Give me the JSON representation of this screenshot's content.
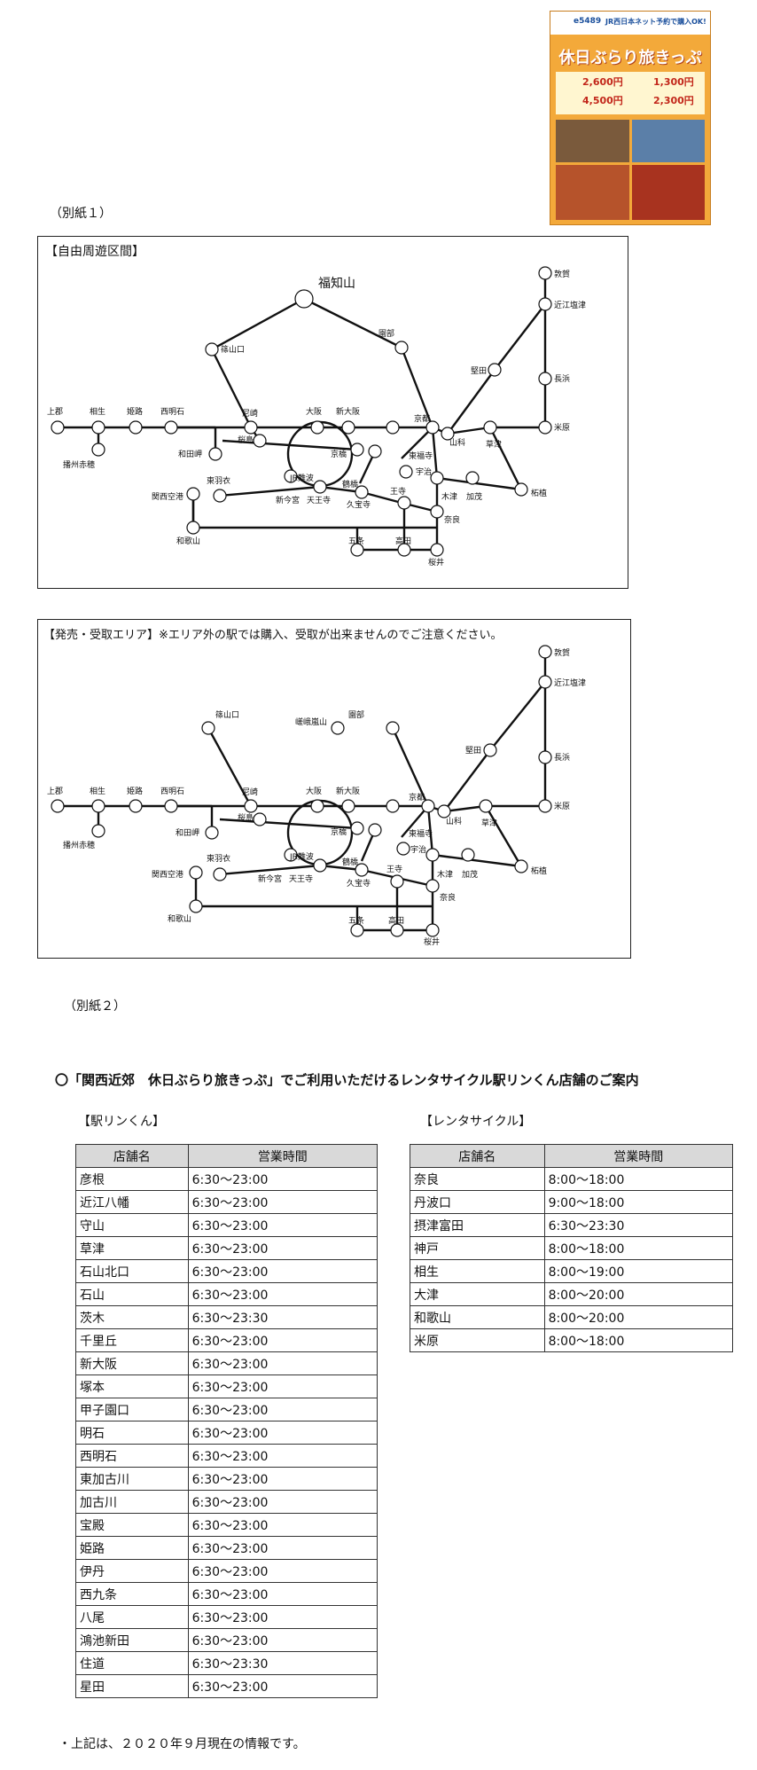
{
  "poster": {
    "header_text": "JR西日本ネット予約で購入OK!",
    "brand": "e5489",
    "title": "休日ぶらり旅きっぷ",
    "prices": [
      "2,600円",
      "1,300円",
      "4,500円",
      "2,300円"
    ]
  },
  "attachment1": "（別紙１）",
  "attachment2": "（別紙２）",
  "map1": {
    "title": "【自由周遊区間】",
    "big_label": "福知山"
  },
  "map2": {
    "title": "【発売・受取エリア】※エリア外の駅では購入、受取が出来ませんのでご注意ください。"
  },
  "stations": {
    "kamigori": "上郡",
    "aioi": "相生",
    "himeji": "姫路",
    "nishiakashi": "西明石",
    "banshuako": "播州赤穂",
    "wadamisaki": "和田岬",
    "amagasaki": "尼崎",
    "sasayamaguchi": "篠山口",
    "sonobe": "園部",
    "osaka": "大阪",
    "shinosaka": "新大阪",
    "sakurajima": "桜島",
    "kyobashi": "京橋",
    "tsuruhashi": "鶴橋",
    "jrnamba": "JR難波",
    "shinimamiya": "新今宮",
    "tennoji": "天王寺",
    "kansaiairport": "関西空港",
    "higashihagoromo": "東羽衣",
    "wakayama": "和歌山",
    "gojo": "五条",
    "takada": "高田",
    "sakurai": "桜井",
    "kyoto": "京都",
    "yamashina": "山科",
    "higashifukuji": "東福寺",
    "uji": "宇治",
    "kizu": "木津",
    "kamo": "加茂",
    "nara": "奈良",
    "oji": "王寺",
    "kuhoji": "久宝寺",
    "tsuge": "柘植",
    "kusatsu": "草津",
    "katata": "堅田",
    "omishiotsu": "近江塩津",
    "tsuruga": "敦賀",
    "nagahama": "長浜",
    "maibara": "米原",
    "sasayamaguchi2": "篠山口",
    "sagaarashiyama": "嵯峨嵐山"
  },
  "section_heading": "〇「関西近郊　休日ぶらり旅きっぷ」でご利用いただけるレンタサイクル駅リンくん店舗のご案内",
  "ekirin": {
    "title": "【駅リンくん】",
    "headers": [
      "店舗名",
      "営業時間"
    ],
    "rows": [
      [
        "彦根",
        "6:30～23:00"
      ],
      [
        "近江八幡",
        "6:30～23:00"
      ],
      [
        "守山",
        "6:30～23:00"
      ],
      [
        "草津",
        "6:30～23:00"
      ],
      [
        "石山北口",
        "6:30～23:00"
      ],
      [
        "石山",
        "6:30～23:00"
      ],
      [
        "茨木",
        "6:30～23:30"
      ],
      [
        "千里丘",
        "6:30～23:00"
      ],
      [
        "新大阪",
        "6:30～23:00"
      ],
      [
        "塚本",
        "6:30～23:00"
      ],
      [
        "甲子園口",
        "6:30～23:00"
      ],
      [
        "明石",
        "6:30～23:00"
      ],
      [
        "西明石",
        "6:30～23:00"
      ],
      [
        "東加古川",
        "6:30～23:00"
      ],
      [
        "加古川",
        "6:30～23:00"
      ],
      [
        "宝殿",
        "6:30～23:00"
      ],
      [
        "姫路",
        "6:30～23:00"
      ],
      [
        "伊丹",
        "6:30～23:00"
      ],
      [
        "西九条",
        "6:30～23:00"
      ],
      [
        "八尾",
        "6:30～23:00"
      ],
      [
        "鴻池新田",
        "6:30～23:00"
      ],
      [
        "住道",
        "6:30～23:30"
      ],
      [
        "星田",
        "6:30～23:00"
      ]
    ]
  },
  "rental": {
    "title": "【レンタサイクル】",
    "headers": [
      "店舗名",
      "営業時間"
    ],
    "rows": [
      [
        "奈良",
        "8:00～18:00"
      ],
      [
        "丹波口",
        "9:00～18:00"
      ],
      [
        "摂津富田",
        "6:30～23:30"
      ],
      [
        "神戸",
        "8:00～18:00"
      ],
      [
        "相生",
        "8:00～19:00"
      ],
      [
        "大津",
        "8:00～20:00"
      ],
      [
        "和歌山",
        "8:00～20:00"
      ],
      [
        "米原",
        "8:00～18:00"
      ]
    ]
  },
  "footnote": "・上記は、２０２０年９月現在の情報です。"
}
